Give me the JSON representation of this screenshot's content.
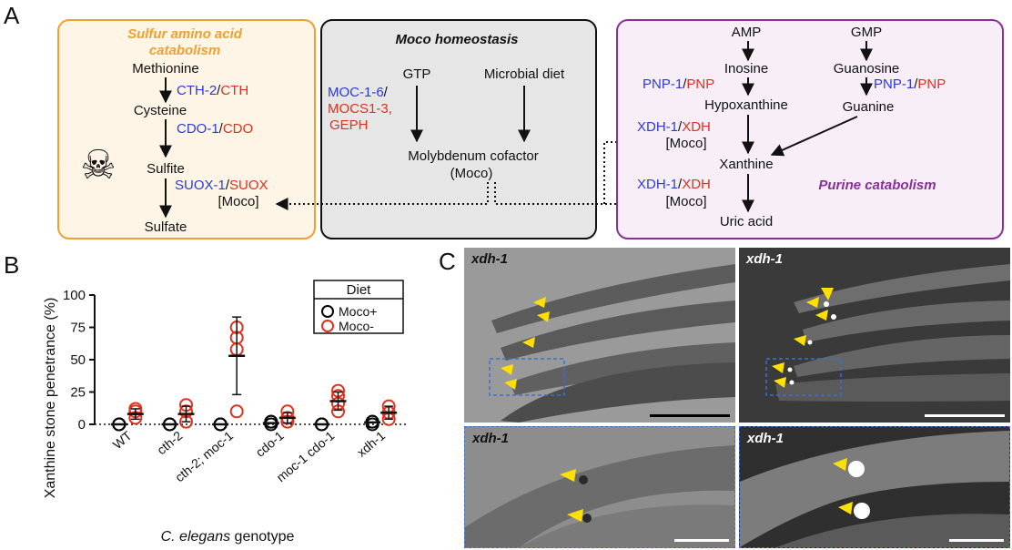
{
  "panels": {
    "a_label": "A",
    "b_label": "B",
    "c_label": "C"
  },
  "sulfur_box": {
    "title_line1": "Sulfur amino acid",
    "title_line2": "catabolism",
    "methionine": "Methionine",
    "cth2": "CTH-2",
    "slash1": "/",
    "cth": "CTH",
    "cysteine": "Cysteine",
    "cdo1": "CDO-1",
    "slash2": "/",
    "cdo": "CDO",
    "sulfite": "Sulfite",
    "suox1": "SUOX-1",
    "slash3": "/",
    "suox": "SUOX",
    "moco": "[Moco]",
    "sulfate": "Sulfate",
    "skull": "☠"
  },
  "moco_box": {
    "title": "Moco homeostasis",
    "gtp": "GTP",
    "microbial": "Microbial diet",
    "moc": "MOC-1-6",
    "slash": "/",
    "mocs_line1": "MOCS1-3,",
    "mocs_line2": "GEPH",
    "cofactor_line1": "Molybdenum cofactor",
    "cofactor_line2": "(Moco)"
  },
  "purine_box": {
    "amp": "AMP",
    "gmp": "GMP",
    "inosine": "Inosine",
    "guanosine": "Guanosine",
    "pnp1_a": "PNP-1",
    "slash_a": "/",
    "pnp_a": "PNP",
    "pnp1_b": "PNP-1",
    "slash_b": "/",
    "pnp_b": "PNP",
    "hypoxanthine": "Hypoxanthine",
    "guanine": "Guanine",
    "xdh1_a": "XDH-1",
    "slash_c": "/",
    "xdh_a": "XDH",
    "moco_a": "[Moco]",
    "xanthine": "Xanthine",
    "xdh1_b": "XDH-1",
    "slash_d": "/",
    "xdh_b": "XDH",
    "moco_b": "[Moco]",
    "uric": "Uric acid",
    "title": "Purine catabolism"
  },
  "colors": {
    "sulfur_border": "#f0a030",
    "sulfur_fill": "#fff5e6",
    "sulfur_title": "#f0a030",
    "moco_border": "#111111",
    "moco_fill": "#e6e6e6",
    "purine_border": "#8a2f9a",
    "purine_fill": "#f7eef8",
    "purine_title": "#8a2f9a",
    "worm_enzyme": "#2b3bd6",
    "human_enzyme": "#e0301e",
    "moco_plus": "#000000",
    "moco_minus": "#e0301e",
    "arrowhead": "#ffe000",
    "zoom_box": "#3a6fd8"
  },
  "micrographs": {
    "label": "xdh-1"
  },
  "chart_data": {
    "type": "scatter",
    "ylabel": "Xanthine stone penetrance (%)",
    "xlabel_italic": "C. elegans",
    "xlabel_rest": " genotype",
    "ylim": [
      0,
      100
    ],
    "yticks": [
      0,
      25,
      50,
      75,
      100
    ],
    "categories": [
      "WT",
      "cth-2",
      "cth-2; moc-1",
      "cdo-1",
      "moc-1 cdo-1",
      "xdh-1"
    ],
    "legend_title": "Diet",
    "series": [
      {
        "name": "Moco+",
        "color": "#000000",
        "points": [
          [
            0,
            0,
            0
          ],
          [
            0,
            0,
            0
          ],
          [
            0,
            0,
            0
          ],
          [
            0,
            2,
            2
          ],
          [
            0,
            0,
            0
          ],
          [
            0,
            2,
            2
          ]
        ],
        "mean": [
          0,
          0,
          0,
          1,
          0,
          1.5
        ]
      },
      {
        "name": "Moco-",
        "color": "#e0301e",
        "points": [
          [
            5,
            10,
            12
          ],
          [
            2,
            10,
            15
          ],
          [
            10,
            58,
            67,
            75
          ],
          [
            2,
            5,
            10
          ],
          [
            10,
            16,
            22,
            26
          ],
          [
            4,
            9,
            14
          ]
        ],
        "mean": [
          8,
          8,
          53,
          5,
          18,
          9
        ],
        "sd": [
          4,
          6,
          30,
          4,
          7,
          5
        ]
      }
    ]
  }
}
